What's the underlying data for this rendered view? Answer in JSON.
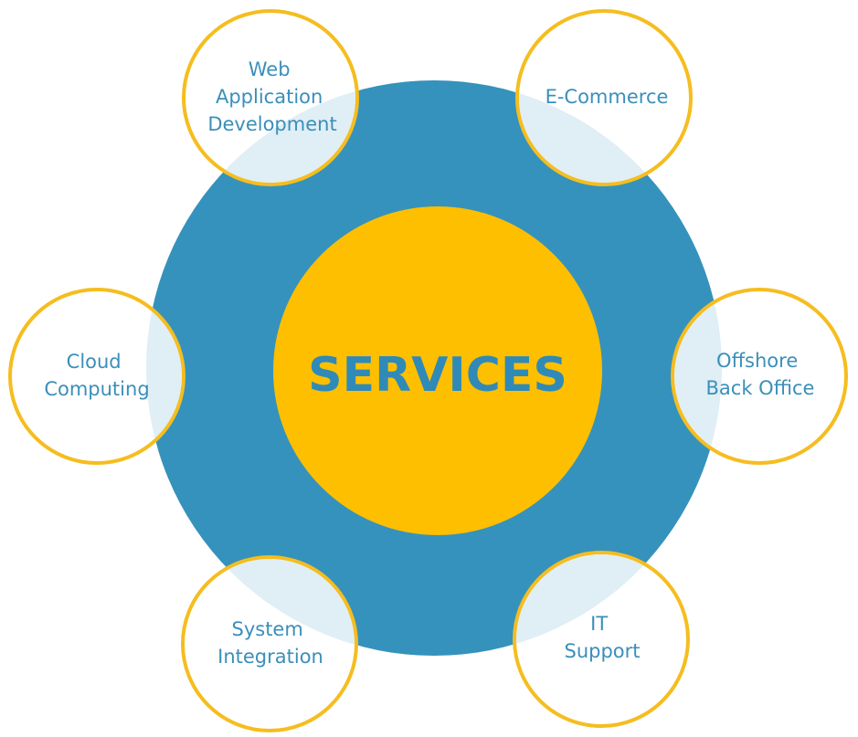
{
  "center": {
    "title": "SERVICES"
  },
  "services": [
    {
      "id": "web-application-development",
      "lines": [
        "Web",
        "Application",
        "Development"
      ]
    },
    {
      "id": "e-commerce",
      "lines": [
        "E-Commerce"
      ]
    },
    {
      "id": "offshore-back-office",
      "lines": [
        "Offshore",
        "Back Office"
      ]
    },
    {
      "id": "it-support",
      "lines": [
        "IT",
        "Support"
      ]
    },
    {
      "id": "system-integration",
      "lines": [
        "System",
        "Integration"
      ]
    },
    {
      "id": "cloud-computing",
      "lines": [
        "Cloud",
        "Computing"
      ]
    }
  ],
  "colors": {
    "outer_ring": "#3592bc",
    "center_fill": "#fdbf00",
    "satellite_stroke": "#f5bd1f",
    "satellite_fill": "#ffffff",
    "overlap_fill": "#e0eef5",
    "label_text": "#3a8fba",
    "center_text": "#2f8ab8"
  }
}
